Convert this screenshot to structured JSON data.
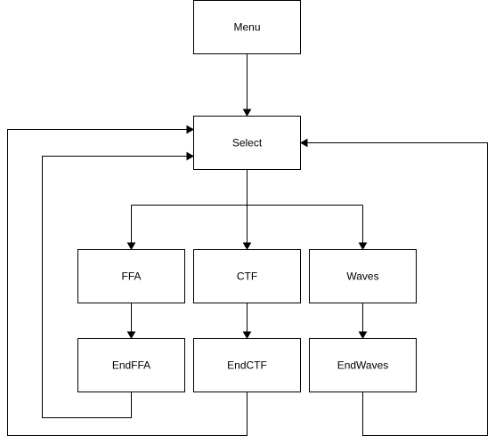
{
  "diagram": {
    "nodes": {
      "menu": "Menu",
      "select": "Select",
      "ffa": "FFA",
      "ctf": "CTF",
      "waves": "Waves",
      "endffa": "EndFFA",
      "endctf": "EndCTF",
      "endwaves": "EndWaves"
    },
    "edges": [
      {
        "from": "Menu",
        "to": "Select"
      },
      {
        "from": "Select",
        "to": "FFA"
      },
      {
        "from": "Select",
        "to": "CTF"
      },
      {
        "from": "Select",
        "to": "Waves"
      },
      {
        "from": "FFA",
        "to": "EndFFA"
      },
      {
        "from": "CTF",
        "to": "EndCTF"
      },
      {
        "from": "Waves",
        "to": "EndWaves"
      },
      {
        "from": "EndFFA",
        "to": "Select"
      },
      {
        "from": "EndCTF",
        "to": "Select"
      },
      {
        "from": "EndWaves",
        "to": "Select"
      }
    ],
    "colors": {
      "stroke": "#000000",
      "fill": "#ffffff"
    }
  }
}
